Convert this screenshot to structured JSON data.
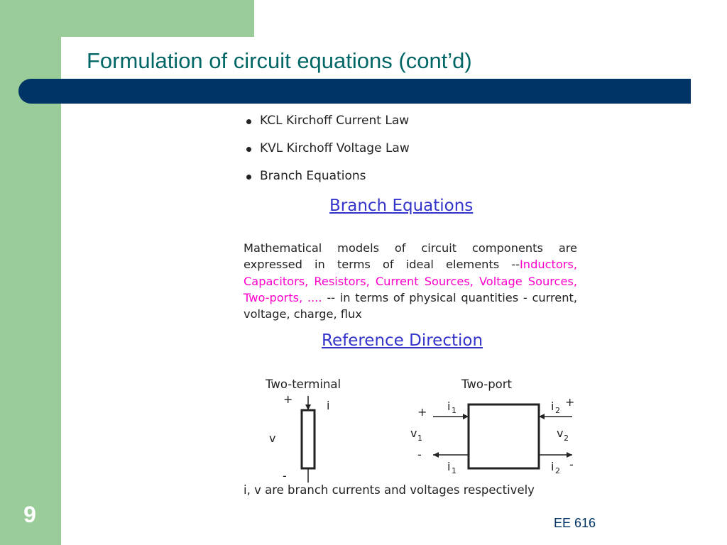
{
  "slide": {
    "title": "Formulation of circuit equations (cont’d)",
    "page_number": "9",
    "footer": "EE 616"
  },
  "content": {
    "bullets": [
      "KCL Kirchoff Current Law",
      "KVL Kirchoff Voltage Law",
      "Branch Equations"
    ],
    "branch_heading": "Branch Equations",
    "paragraph": {
      "part1": "Mathematical models of circuit components are expressed in terms of ideal elements --",
      "highlight": "Inductors, Capacitors, Resistors, Current Sources, Voltage Sources, Two-ports, ....",
      "part2": " -- in terms of physical quantities - current, voltage, charge, flux"
    },
    "reference_heading": "Reference Direction",
    "diagram": {
      "two_terminal_label": "Two-terminal",
      "two_port_label": "Two-port",
      "plus": "+",
      "minus": "-",
      "current": "i",
      "voltage": "v",
      "i1": "i",
      "i2": "i",
      "v1": "v",
      "v2": "v",
      "sub1": "1",
      "sub2": "2"
    },
    "caption": "i, v are branch currents and voltages respectively"
  },
  "colors": {
    "green": "#99cc99",
    "navy": "#003366",
    "title": "#006666",
    "heading": "#3333cc",
    "highlight": "#ff00cc"
  }
}
